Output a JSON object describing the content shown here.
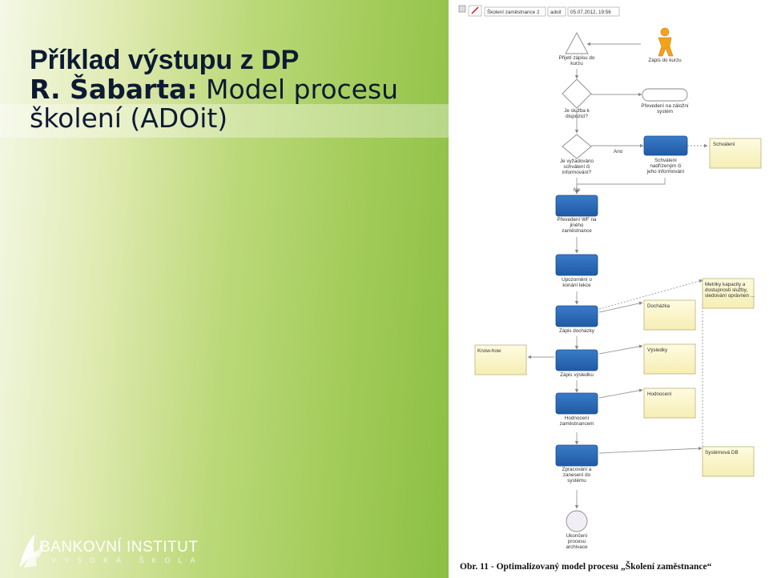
{
  "slide": {
    "title_line1": "Příklad výstupu z DP",
    "title_line2_bold": "R. Šabarta:",
    "title_line2_rest": " Model procesu",
    "title_line3": "školení (ADOit)",
    "accent_color": "#8cbf43",
    "title_color": "#0d1a33"
  },
  "logo": {
    "name": "BANKOVNÍ INSTITUT",
    "subtitle": "VYSOKÁ ŠKOLA"
  },
  "diagram": {
    "toolbar": {
      "model_name": "Školení zaměstnance 2",
      "user": "adoit",
      "date": "05.07.2012, 19:56"
    },
    "nodes": {
      "start": "Přijetí zápisu do kurzu",
      "actor": "Zápis do kurzu",
      "decision1": "Je služba k dispozici?",
      "backup": "Převedení na záložní systém",
      "decision2": "Je vyžadováno schválení či informování?",
      "yes_label": "Ano",
      "no_label": "Ne",
      "approval_task": "Schválení nadřízeným či jeho informování",
      "approval_doc": "Schválení",
      "task1": "Převedení WF na jiného zaměstnance",
      "task2": "Upozornění o konání lekce",
      "task3": "Zápis docházky",
      "task4": "Zápis výsledku",
      "task5": "Hodnocení zaměstnancem",
      "task6": "Zpracování a zanesení do systému",
      "end": "Ukončení procesu archivace",
      "metrics_doc": "Metriky kapacity a dostupnosti služby, sledování oprávnen ...",
      "attendance_doc": "Docházka",
      "knowhow_doc": "Know-how",
      "results_doc": "Výsledky",
      "rating_doc": "Hodnocení",
      "sysdb_doc": "Systémová DB"
    },
    "caption": "Obr. 11 - Optimalizovaný model procesu „Školení zaměstnance“"
  }
}
